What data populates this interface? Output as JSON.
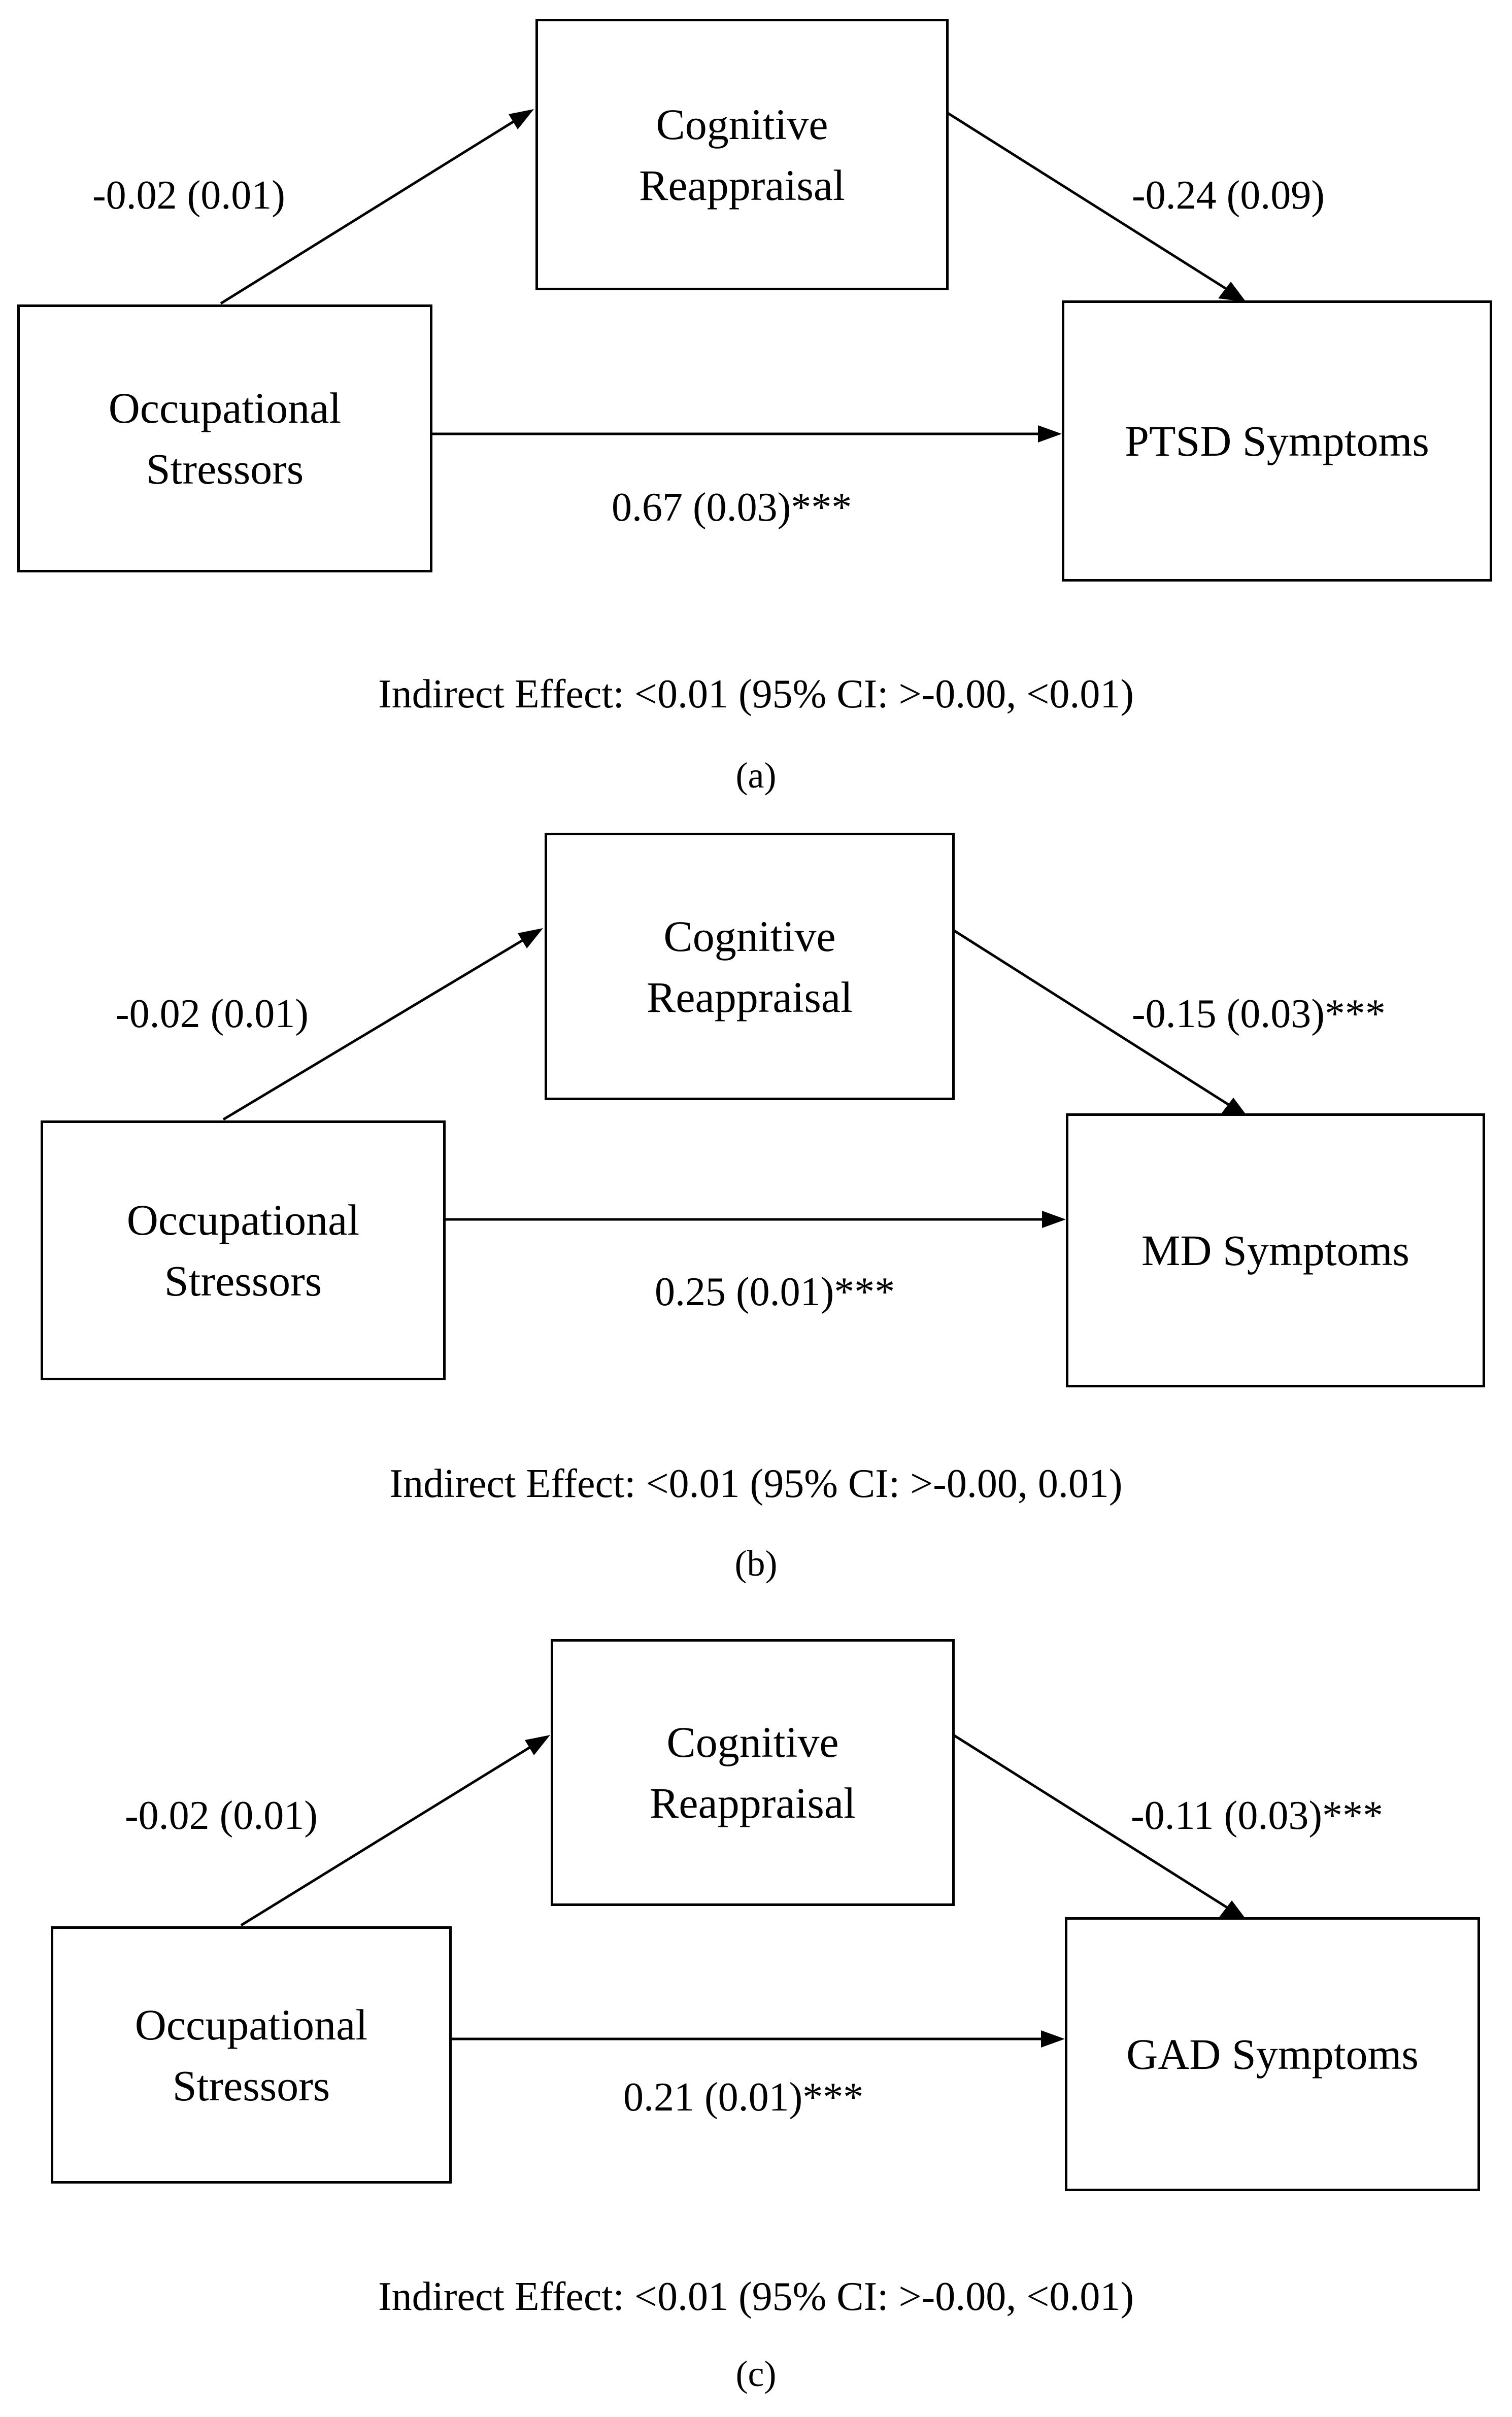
{
  "panels": [
    {
      "predictor": [
        "Occupational",
        "Stressors"
      ],
      "mediator": [
        "Cognitive",
        "Reappraisal"
      ],
      "outcome": [
        "PTSD Symptoms"
      ],
      "path_a": "-0.02 (0.01)",
      "path_b": "-0.24 (0.09)",
      "path_c": "0.67 (0.03)***",
      "indirect": "Indirect Effect: <0.01 (95% CI: >-0.00, <0.01)",
      "label": "(a)"
    },
    {
      "predictor": [
        "Occupational",
        "Stressors"
      ],
      "mediator": [
        "Cognitive",
        "Reappraisal"
      ],
      "outcome": [
        "MD Symptoms"
      ],
      "path_a": "-0.02 (0.01)",
      "path_b": "-0.15 (0.03)***",
      "path_c": "0.25 (0.01)***",
      "indirect": "Indirect Effect: <0.01 (95% CI: >-0.00, 0.01)",
      "label": "(b)"
    },
    {
      "predictor": [
        "Occupational",
        "Stressors"
      ],
      "mediator": [
        "Cognitive",
        "Reappraisal"
      ],
      "outcome": [
        "GAD Symptoms"
      ],
      "path_a": "-0.02 (0.01)",
      "path_b": "-0.11 (0.03)***",
      "path_c": "0.21 (0.01)***",
      "indirect": "Indirect Effect: <0.01 (95% CI: >-0.00, <0.01)",
      "label": "(c)"
    }
  ],
  "colors": {
    "line": "#000000",
    "background": "#ffffff"
  }
}
